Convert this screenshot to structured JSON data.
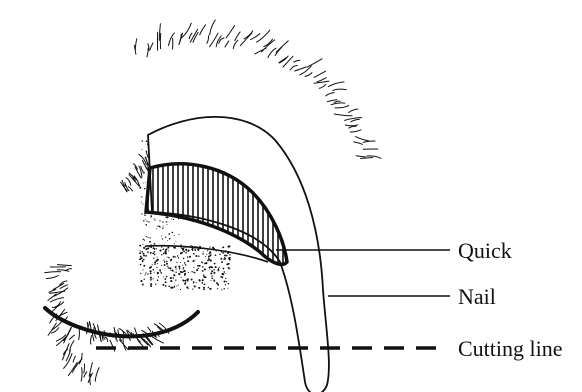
{
  "labels": {
    "quick": "Quick",
    "nail": "Nail",
    "cutting_line": "Cutting line"
  },
  "colors": {
    "ink": "#111111",
    "background": "#ffffff"
  }
}
